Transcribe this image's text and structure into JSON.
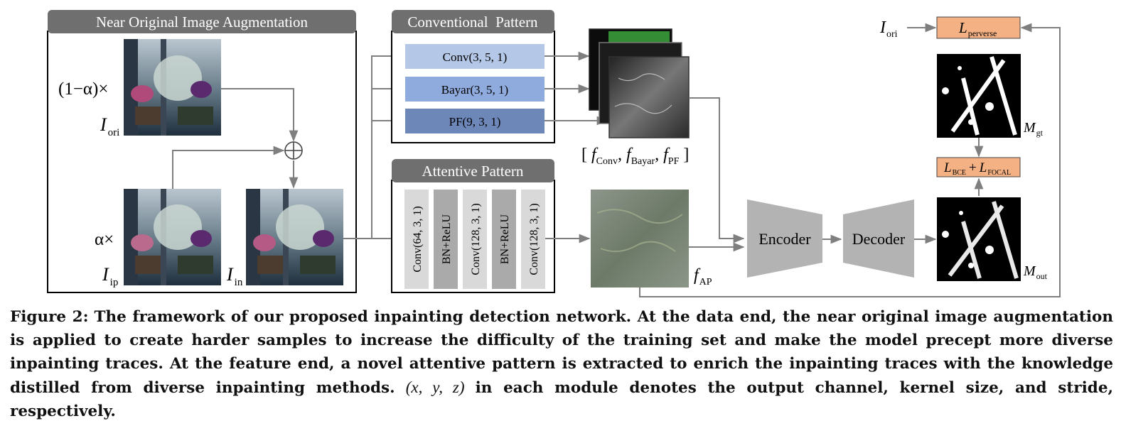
{
  "panels": {
    "augmentation": {
      "title": "Near Original Image Augmentation"
    },
    "conventional": {
      "title": "Conventional  Pattern",
      "layers": [
        "Conv(3, 5, 1)",
        "Bayar(3, 5, 1)",
        "PF(9, 3, 1)"
      ]
    },
    "attentive": {
      "title": "Attentive Pattern",
      "layers": [
        "Conv(64, 3, 1)",
        "BN+ReLU",
        "Conv(128, 3, 1)",
        "BN+ReLU",
        "Conv(128, 3, 1)"
      ]
    }
  },
  "labels": {
    "one_minus_alpha": "(1−α)×",
    "alpha_times": "α×",
    "i_ori": {
      "base": "I",
      "sub": "ori"
    },
    "i_ip": {
      "base": "I",
      "sub": "ip"
    },
    "i_in": {
      "base": "I",
      "sub": "in"
    },
    "f_set": "[ f Conv , f Bayar , f PF ]",
    "f_conv": {
      "base": "f",
      "sub": "Conv"
    },
    "f_bayar": {
      "base": "f",
      "sub": "Bayar"
    },
    "f_pf": {
      "base": "f",
      "sub": "PF"
    },
    "f_ap": {
      "base": "f",
      "sub": "AP"
    },
    "encoder": "Encoder",
    "decoder": "Decoder",
    "l_perverse": {
      "base": "L",
      "sub": "perverse"
    },
    "l_bce": {
      "base": "L",
      "sub": "BCE"
    },
    "l_focal": {
      "base": "L",
      "sub": "FOCAL"
    },
    "plus": "+",
    "m_gt": {
      "base": "M",
      "sub": "gt"
    },
    "m_out": {
      "base": "M",
      "sub": "out"
    },
    "i_ori_right": {
      "base": "I",
      "sub": "ori"
    }
  },
  "caption": {
    "label": "Figure 2:",
    "text": "The framework of our proposed inpainting detection network. At the data end, the near original image augmentation is applied to create harder samples to increase the difficulty of the training set and make the model precept more diverse inpainting traces. At the feature end, a novel attentive pattern is extracted to enrich the inpainting traces with the knowledge distilled from diverse inpainting methods.",
    "math": "(x, y, z)",
    "tail": "in each module denotes the output channel, kernel size, and stride, respectively."
  },
  "colors": {
    "panel_header": "#6f6f6f",
    "conv_box": "#b4c7e7",
    "bayar_box": "#8faadc",
    "pf_box": "#6d87b9",
    "ap_light": "#d9d9d9",
    "ap_dark": "#aaaaaa",
    "codec": "#b3b3b3",
    "loss_box": "#f4b183",
    "arrow": "#7f7f7f"
  }
}
